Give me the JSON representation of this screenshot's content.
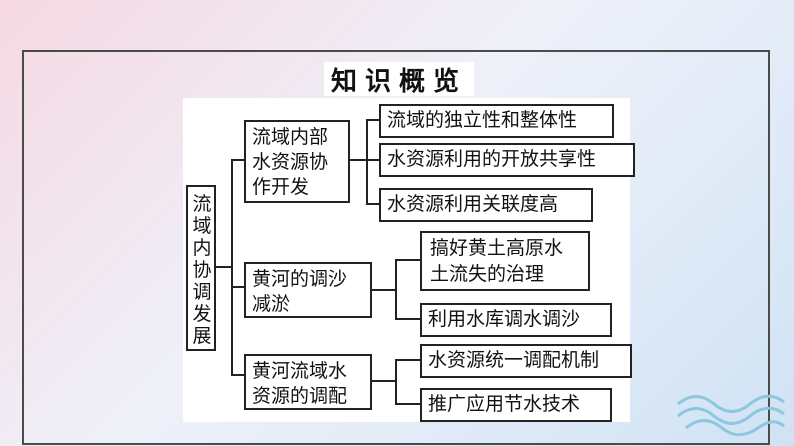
{
  "title": "知识概览",
  "root": "流域内协调发展",
  "branches": [
    {
      "label": "流域内部水资源协作开发",
      "leaves": [
        "流域的独立性和整体性",
        "水资源利用的开放共享性",
        "水资源利用关联度高"
      ]
    },
    {
      "label": "黄河的调沙减淤",
      "leaves": [
        "搞好黄土高原水土流失的治理",
        "利用水库调水调沙"
      ]
    },
    {
      "label": "黄河流域水资源的调配",
      "leaves": [
        "水资源统一调配机制",
        "推广应用节水技术"
      ]
    }
  ],
  "colors": {
    "border": "#222222",
    "frame": "#4b4b4b",
    "waves": "#8fc6df"
  },
  "icons": {
    "decoration": "waves-icon"
  }
}
